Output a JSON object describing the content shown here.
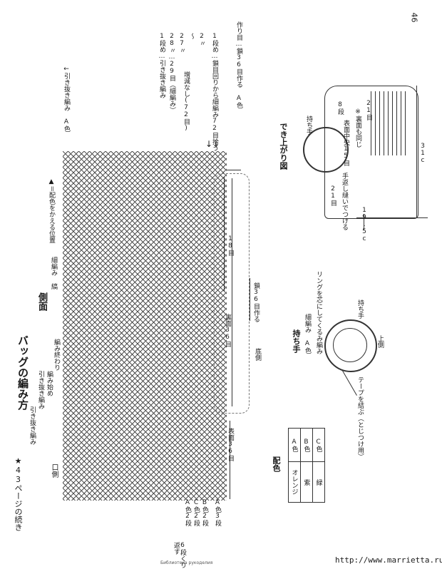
{
  "page": {
    "number": "46",
    "continued_note": "★43ページの続き",
    "footer_url": "http://www.marrietta.ru/",
    "footer_stamp": "Библиотека рукоделия"
  },
  "bag": {
    "title": "バッグの編み方",
    "side_label": "側面",
    "side_sub": "細編み 縞",
    "color_change_note": "▲＝配色をかえる位置",
    "slip_stitch_top": "←引き抜き編み A色",
    "slip_end": "編み終わり",
    "slip_start_1": "引き抜き編み",
    "slip_start_2": "編み始め",
    "slip_start_3": "引き抜き編み",
    "mouth_side": "口側",
    "eighteen": "18目",
    "back_36": "裏面36目",
    "front_36": "表面36目",
    "bottom_side": "底側",
    "chain_36": "鎖36目作る",
    "rows_heading": "6段くり返す",
    "stripes": [
      "A色2段",
      "C色2段",
      "B色2段",
      "A色3段"
    ],
    "rows_list": [
      "1段め…引き抜き編み",
      "28〃…29目（細編み）",
      "27〃",
      "〜",
      "2〃",
      "1段め…鎖目回りから細編み72目拾う",
      "作り目…鎖36目作る A色"
    ],
    "rows_side_label": "増減なし(72目)"
  },
  "finished": {
    "title": "でき上がり図",
    "handle": "持ち手",
    "eight_rows": "8段",
    "center15": "表面中央15目",
    "twentyone_a": "21目",
    "twentyone_b": "21目",
    "back_same": "※裏面も同じ",
    "fold_attach": "手返し縫いでつける",
    "height": "19.5c",
    "width": "31c"
  },
  "handle_detail": {
    "title": "持ち手",
    "sub": "細編み A色",
    "ring_note": "リングを芯にしてくるみ編み",
    "handle_label": "持ち手",
    "upper_side": "上側",
    "tape_note": "テープを結ぶ（とじつけ用）"
  },
  "color_table": {
    "heading": "配色",
    "rows": [
      {
        "key": "A色",
        "value": "オレンジ"
      },
      {
        "key": "B色",
        "value": "紫"
      },
      {
        "key": "C色",
        "value": "緑"
      }
    ]
  }
}
